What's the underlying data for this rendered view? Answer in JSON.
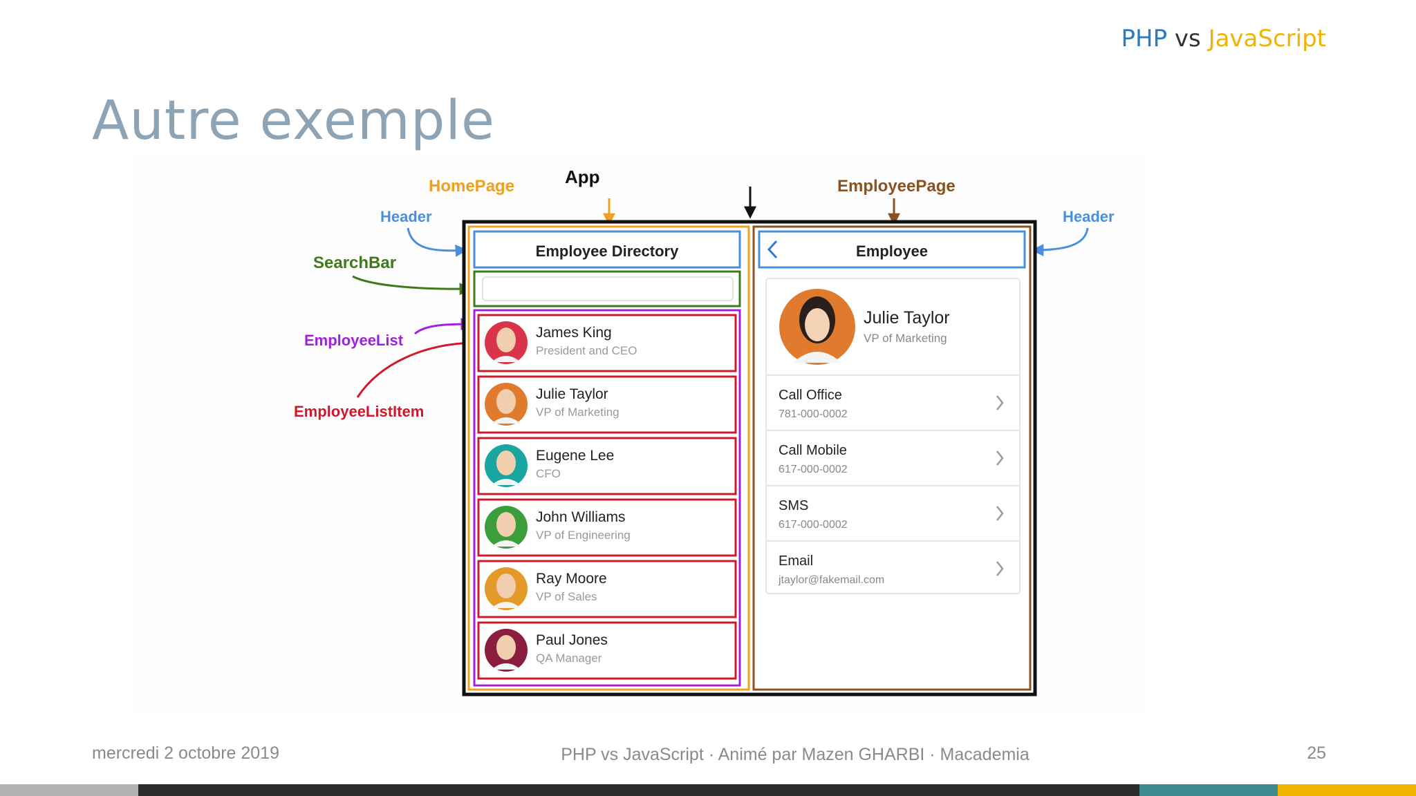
{
  "brand": {
    "php": "PHP",
    "vs": "vs",
    "js": "JavaScript"
  },
  "slide": {
    "title": "Autre exemple",
    "date": "mercredi 2 octobre 2019",
    "footer": "PHP vs JavaScript · Animé par Mazen GHARBI · Macademia",
    "page": "25"
  },
  "diagram": {
    "annotations": {
      "app": "App",
      "homepage": "HomePage",
      "employeepage": "EmployeePage",
      "header_left": "Header",
      "header_right": "Header",
      "searchbar": "SearchBar",
      "employeelist": "EmployeeList",
      "employeelistitem": "EmployeeListItem"
    },
    "home": {
      "title": "Employee Directory",
      "employees": [
        {
          "name": "James King",
          "title": "President and CEO",
          "color": "#d9344a"
        },
        {
          "name": "Julie Taylor",
          "title": "VP of Marketing",
          "color": "#e07b2e"
        },
        {
          "name": "Eugene Lee",
          "title": "CFO",
          "color": "#1aa6a0"
        },
        {
          "name": "John Williams",
          "title": "VP of Engineering",
          "color": "#3a9e3a"
        },
        {
          "name": "Ray Moore",
          "title": "VP of Sales",
          "color": "#e39a2a"
        },
        {
          "name": "Paul Jones",
          "title": "QA Manager",
          "color": "#8b1d3f"
        }
      ]
    },
    "detail": {
      "title": "Employee",
      "name": "Julie Taylor",
      "role": "VP of Marketing",
      "actions": [
        {
          "label": "Call Office",
          "value": "781-000-0002"
        },
        {
          "label": "Call Mobile",
          "value": "617-000-0002"
        },
        {
          "label": "SMS",
          "value": "617-000-0002"
        },
        {
          "label": "Email",
          "value": "jtaylor@fakemail.com"
        }
      ]
    }
  },
  "colors": {
    "app": "#111111",
    "homepage": "#f0a020",
    "employeepage": "#8a5220",
    "header": "#4a8fdb",
    "searchbar": "#3f7a1a",
    "employeelist": "#a020e0",
    "employeelistitem": "#d0182c"
  }
}
